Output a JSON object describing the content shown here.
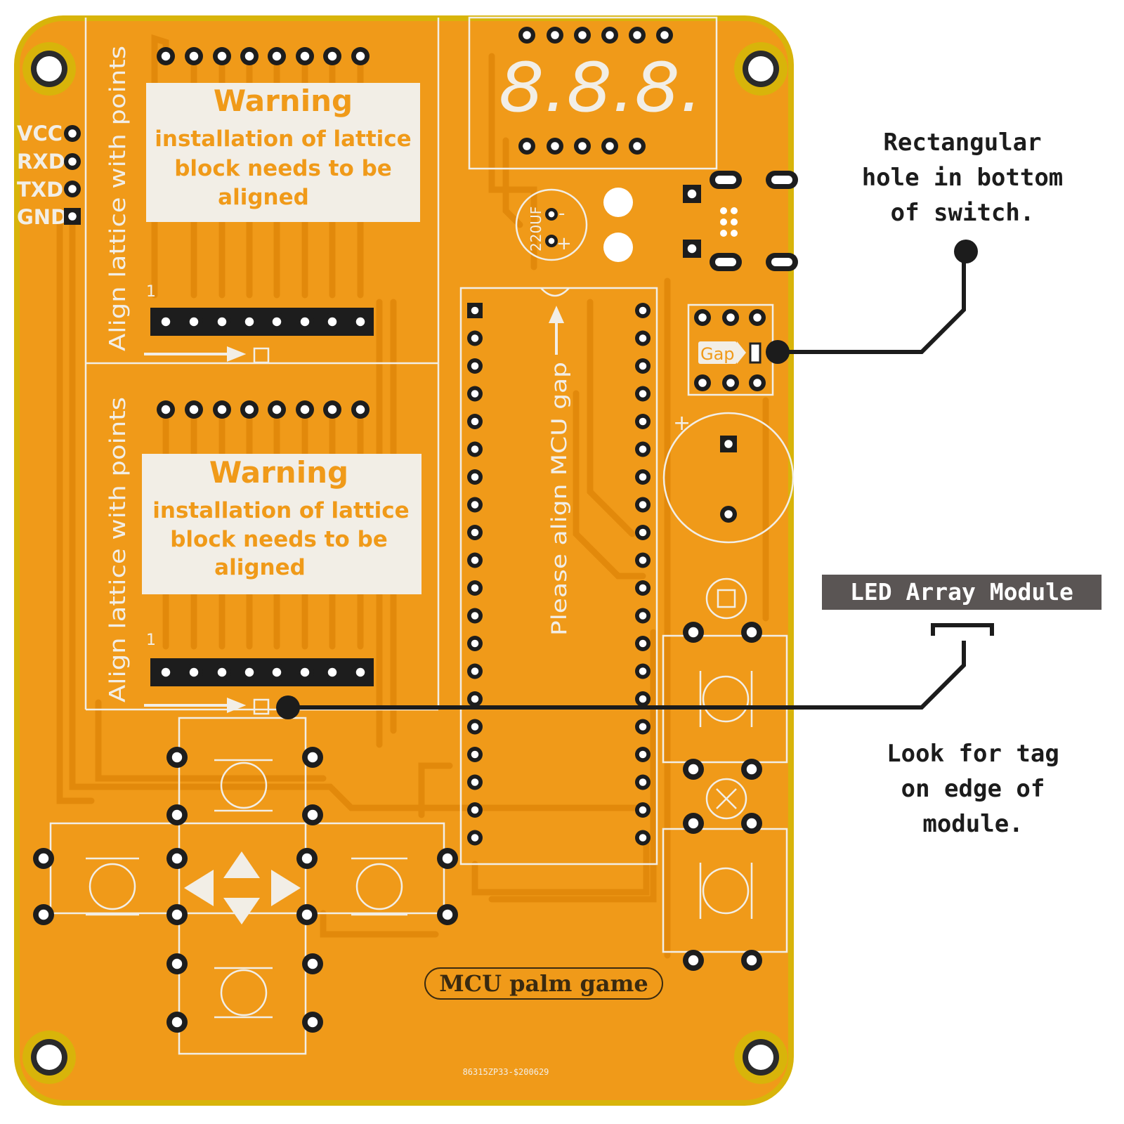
{
  "board": {
    "colors": {
      "pcb": "#f09a19",
      "edge": "#d8b40a",
      "silk": "#f2eee6",
      "trace": "#e08a0c",
      "pad": "#1d1d1d",
      "callout": "#1c1c1c"
    },
    "header_pins": [
      "VCC",
      "RXD",
      "TXD",
      "GND"
    ],
    "warning_top": {
      "title": "Warning",
      "lines": [
        "installation of lattice",
        "block needs to be",
        "aligned"
      ]
    },
    "warning_bottom": {
      "title": "Warning",
      "lines": [
        "installation of lattice",
        "block needs to be",
        "aligned"
      ]
    },
    "align_label_top": "Align lattice with  points",
    "align_label_bottom": "Align lattice with  points",
    "pin1_top": "1",
    "pin1_bottom": "1",
    "seven_segment": "8.8.8.",
    "capacitor_label": "220UF",
    "cap_minus": "-",
    "cap_plus": "+",
    "mcu_label": "Please  align  MCU  gap",
    "gap_label": "Gap",
    "buzzer_plus": "+",
    "brand": "MCU palm game",
    "serial": "86315ZP33-$200629"
  },
  "callouts": {
    "switch": {
      "lines": [
        "Rectangular",
        "hole in bottom",
        "of switch."
      ]
    },
    "module": {
      "tag": "LED Array Module",
      "lines": [
        "Look for tag",
        "on edge of",
        "module."
      ]
    }
  },
  "icons": [
    "d-pad-arrows-icon",
    "square-button-icon",
    "cross-button-icon",
    "mounting-hole-icon"
  ]
}
